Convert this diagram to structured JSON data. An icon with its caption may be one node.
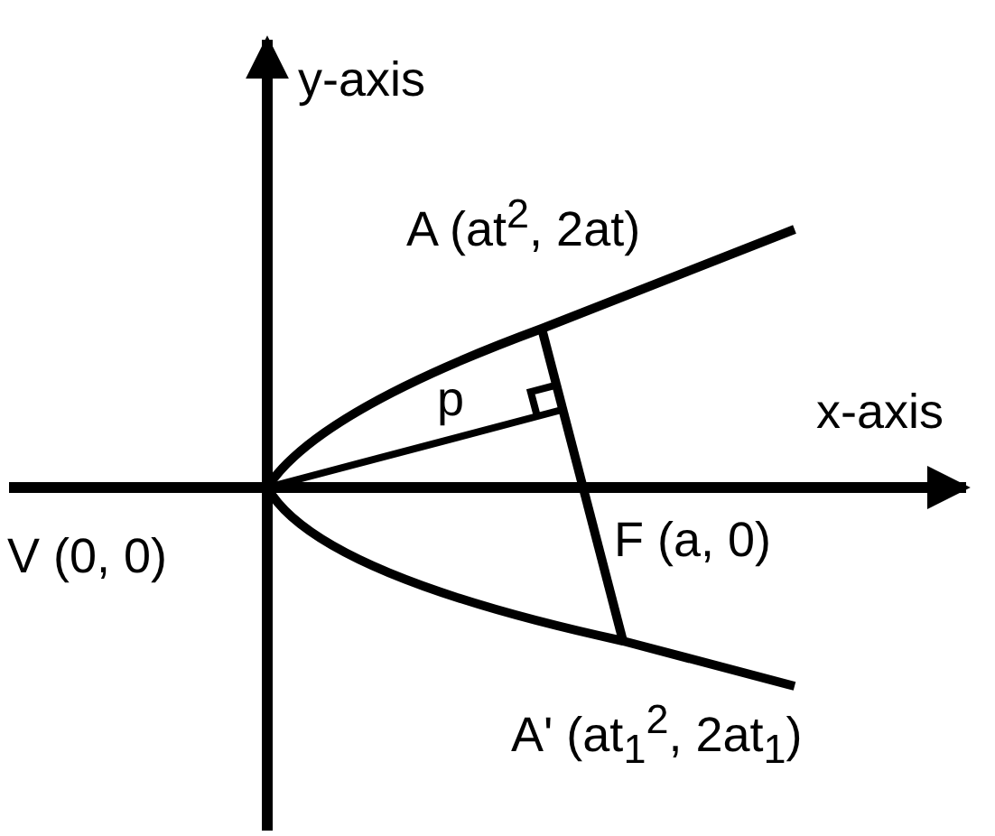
{
  "diagram": {
    "labels": [
      "y-axis",
      "A (at$^{2}$, 2at)",
      "p",
      "x-axis",
      "V (0, 0)",
      "F (a, 0)",
      "A' (at$_{1}$$^{2}$, 2at$_{1}$)"
    ]
  }
}
